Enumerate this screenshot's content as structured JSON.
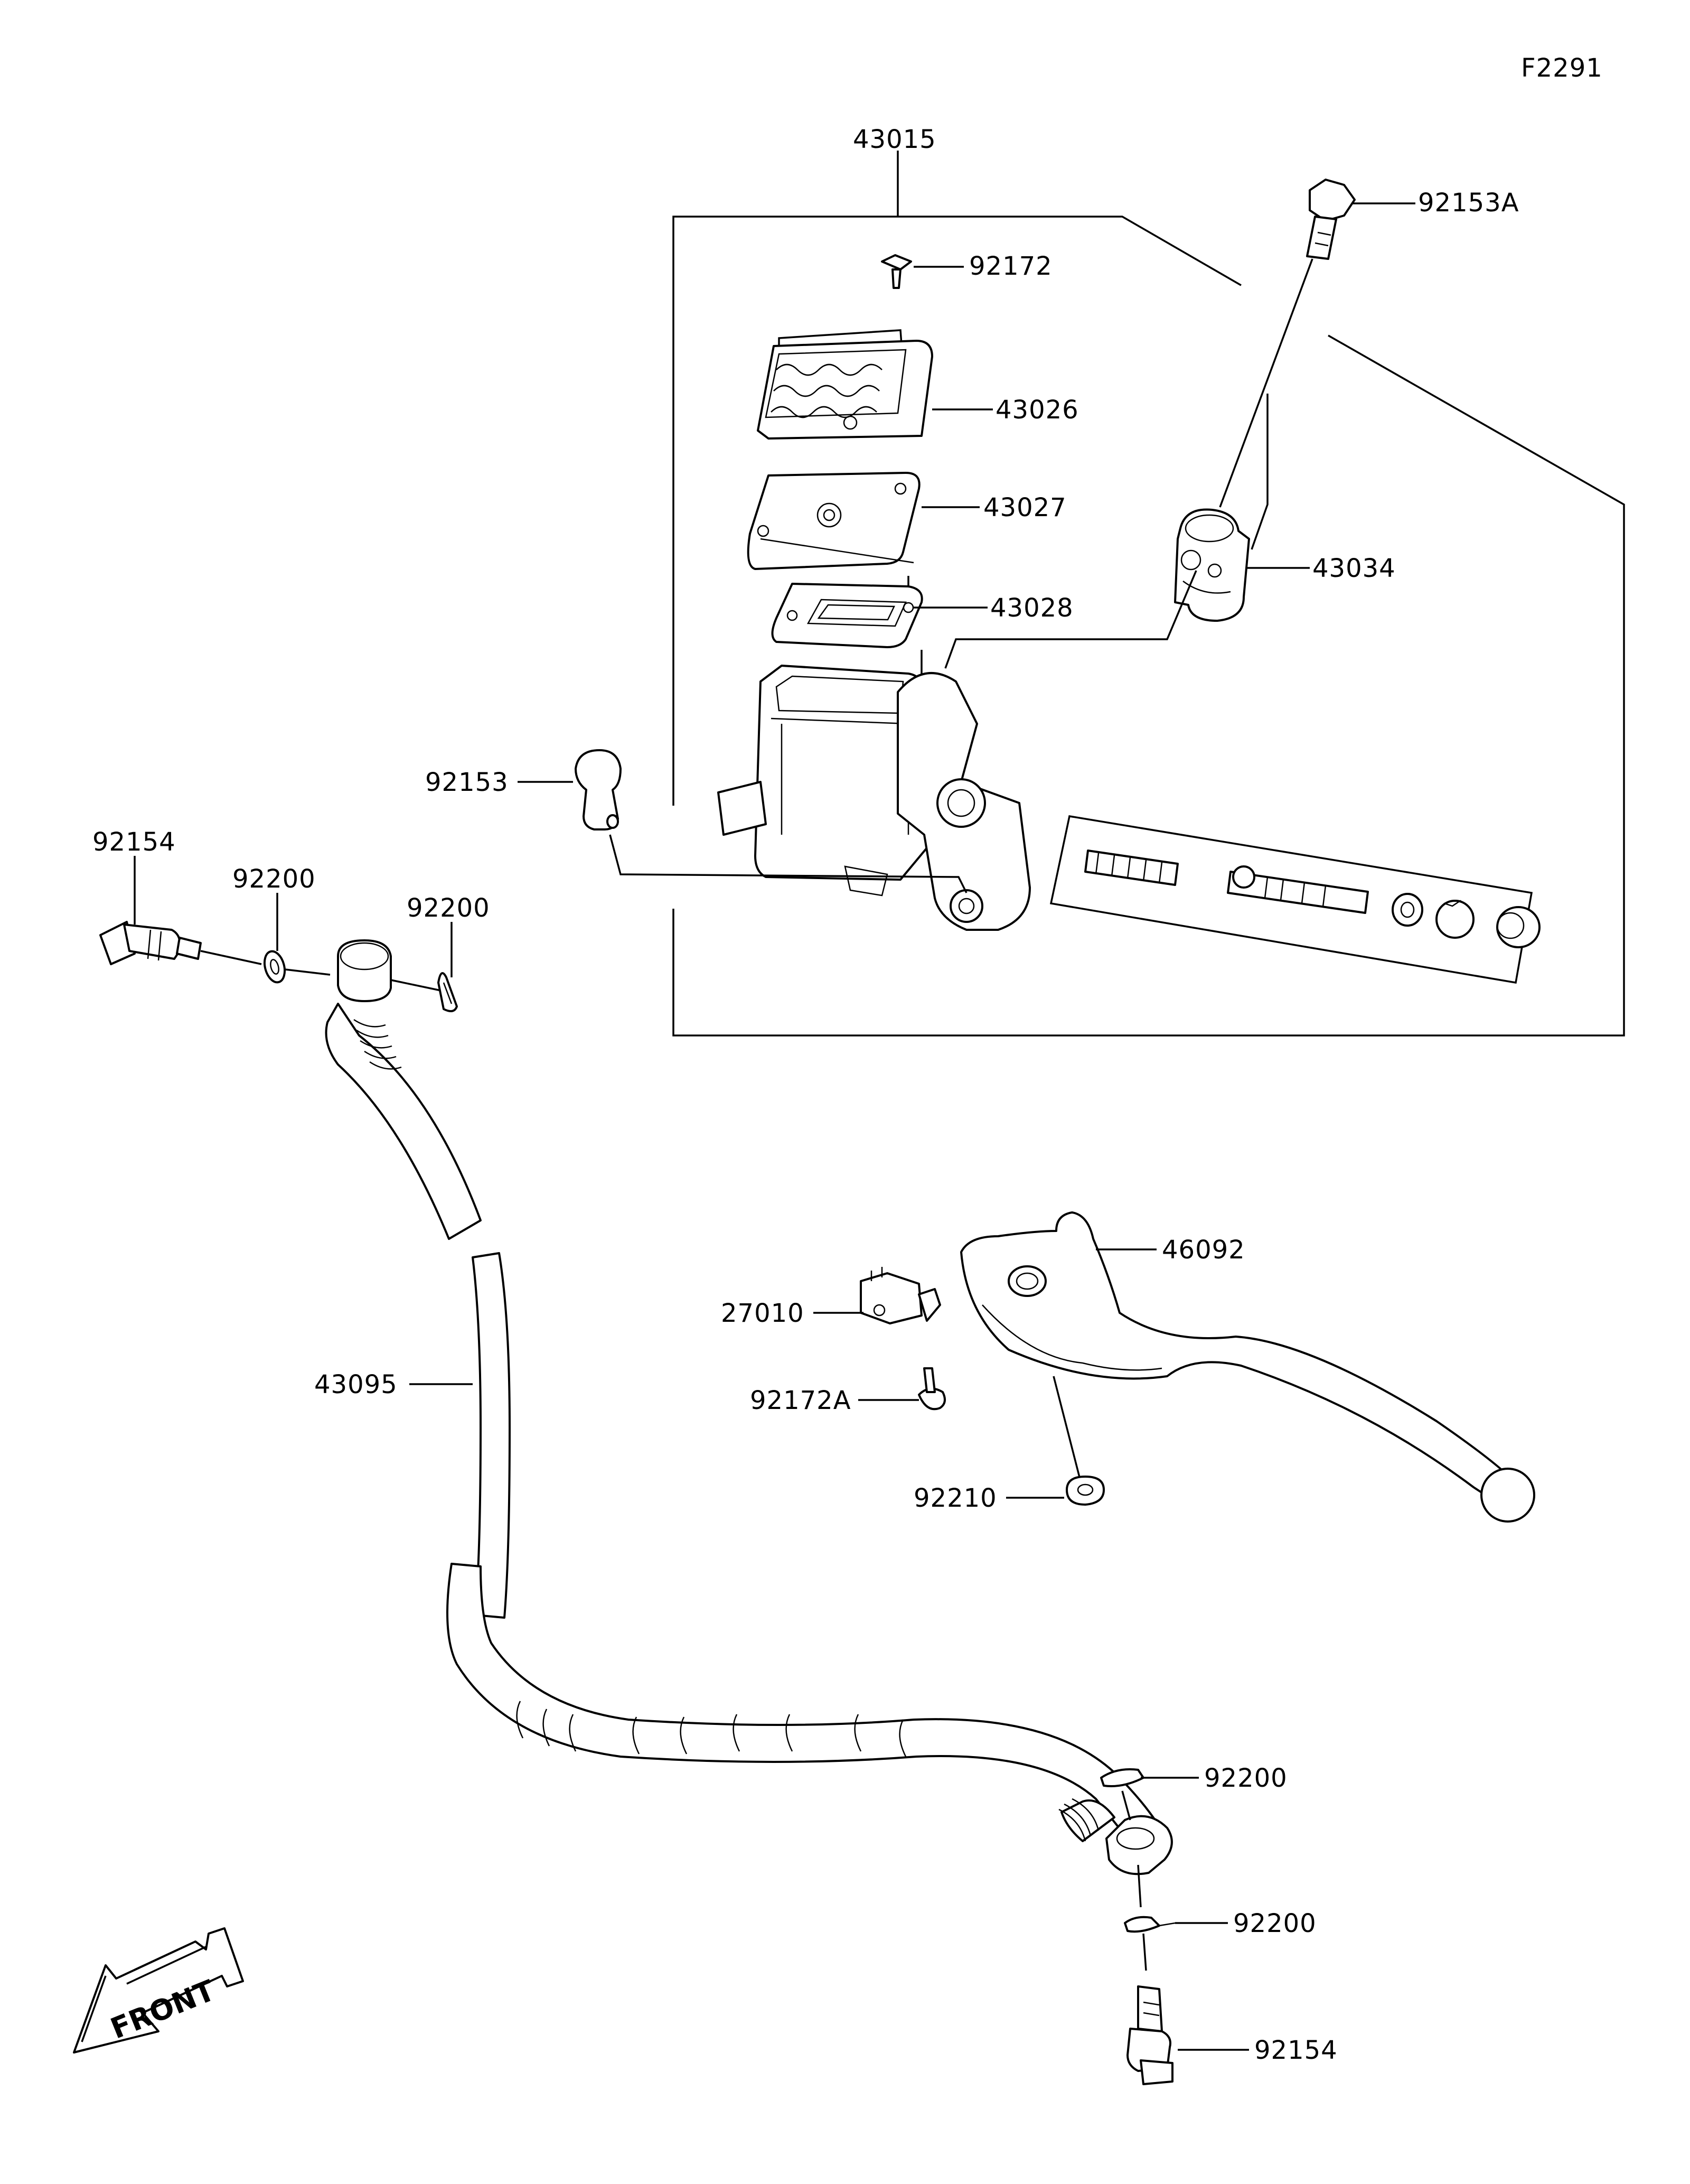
{
  "figure_code": "F2291",
  "front_label": "FRONT",
  "parts": {
    "p43015": "43015",
    "p92153A": "92153A",
    "p92172": "92172",
    "p43026": "43026",
    "p43027": "43027",
    "p43034": "43034",
    "p43028": "43028",
    "p92153": "92153",
    "p92154_top": "92154",
    "p92200_a": "92200",
    "p92200_b": "92200",
    "p46092": "46092",
    "p27010": "27010",
    "p43095": "43095",
    "p92172A": "92172A",
    "p92210": "92210",
    "p92200_c": "92200",
    "p92200_d": "92200",
    "p92154_bottom": "92154"
  }
}
